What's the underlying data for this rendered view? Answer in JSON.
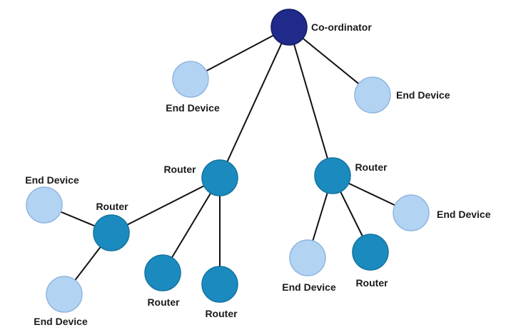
{
  "colors": {
    "coordinator": "#1f2a8a",
    "router": "#1b8bbf",
    "end_device": "#b3d3f3",
    "edge": "#111111"
  },
  "nodes": [
    {
      "id": "coordinator",
      "type": "coordinator",
      "label": "Co-ordinator"
    },
    {
      "id": "end-top-left",
      "type": "end_device",
      "label": "End Device"
    },
    {
      "id": "end-top-right",
      "type": "end_device",
      "label": "End Device"
    },
    {
      "id": "router-mid-left",
      "type": "router",
      "label": "Router"
    },
    {
      "id": "router-mid-right",
      "type": "router",
      "label": "Router"
    },
    {
      "id": "router-left",
      "type": "router",
      "label": "Router"
    },
    {
      "id": "end-left-top",
      "type": "end_device",
      "label": "End Device"
    },
    {
      "id": "end-left-bottom",
      "type": "end_device",
      "label": "End Device"
    },
    {
      "id": "router-bottom-1",
      "type": "router",
      "label": "Router"
    },
    {
      "id": "router-bottom-2",
      "type": "router",
      "label": "Router"
    },
    {
      "id": "end-bottom-right",
      "type": "end_device",
      "label": "End Device"
    },
    {
      "id": "router-bottom-3",
      "type": "router",
      "label": "Router"
    },
    {
      "id": "end-right",
      "type": "end_device",
      "label": "End Device"
    }
  ],
  "edges": [
    [
      "coordinator",
      "end-top-left"
    ],
    [
      "coordinator",
      "end-top-right"
    ],
    [
      "coordinator",
      "router-mid-left"
    ],
    [
      "coordinator",
      "router-mid-right"
    ],
    [
      "router-mid-left",
      "router-left"
    ],
    [
      "router-mid-left",
      "router-bottom-1"
    ],
    [
      "router-mid-left",
      "router-bottom-2"
    ],
    [
      "router-left",
      "end-left-top"
    ],
    [
      "router-left",
      "end-left-bottom"
    ],
    [
      "router-mid-right",
      "end-bottom-right"
    ],
    [
      "router-mid-right",
      "router-bottom-3"
    ],
    [
      "router-mid-right",
      "end-right"
    ]
  ]
}
